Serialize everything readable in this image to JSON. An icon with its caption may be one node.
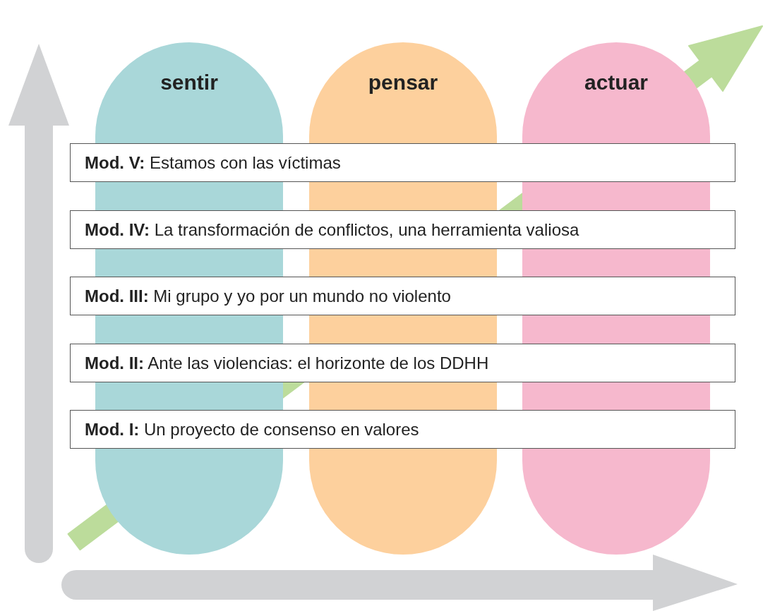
{
  "diagram": {
    "nodes": [
      {
        "text": [
          "sentir"
        ]
      },
      {
        "text": [
          "pensar"
        ]
      },
      {
        "text": [
          "actuar"
        ]
      },
      {
        "text": [
          "**Mod. V:** Estamos con las víctimas"
        ]
      },
      {
        "text": [
          "**Mod. IV:** La transformación de conflictos, una herramienta valiosa"
        ]
      },
      {
        "text": [
          "**Mod. III:** Mi grupo y yo por un mundo no violento"
        ]
      },
      {
        "text": [
          "**Mod. II:** Ante las violencias: el horizonte de los DDHH"
        ]
      },
      {
        "text": [
          "**Mod. I:** Un proyecto de consenso en valores"
        ]
      }
    ]
  }
}
